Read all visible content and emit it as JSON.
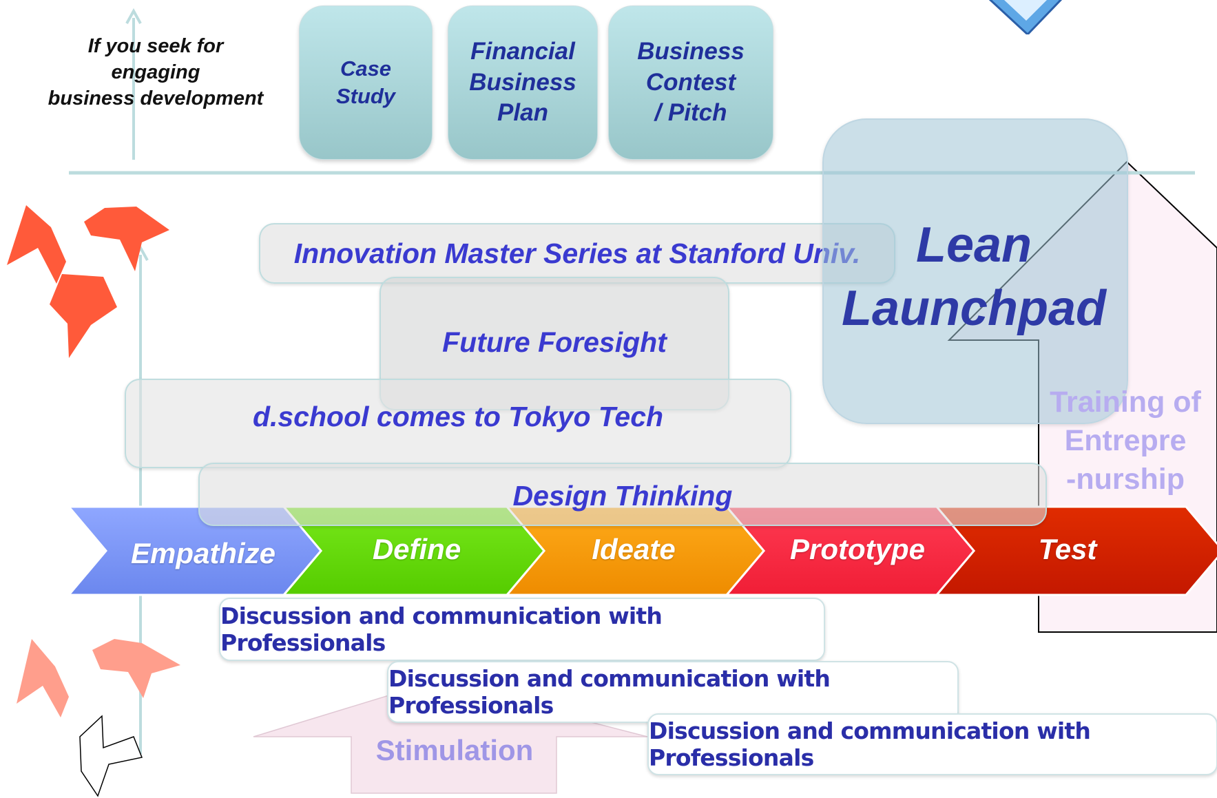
{
  "header": {
    "note_line1": "If you seek for engaging",
    "note_line2": "business development"
  },
  "top_boxes": [
    {
      "lines": [
        "Case",
        "Study"
      ]
    },
    {
      "lines": [
        "Financial",
        "Business",
        "Plan"
      ]
    },
    {
      "lines": [
        "Business",
        "Contest",
        "/ Pitch"
      ]
    }
  ],
  "programs": {
    "innovation": "Innovation Master Series at Stanford Univ.",
    "foresight": "Future Foresight",
    "dschool": "d.school comes to Tokyo Tech",
    "design_thinking": "Design Thinking",
    "lean_line1": "Lean",
    "lean_line2": "Launchpad"
  },
  "training": {
    "line1": "Training of",
    "line2": "Entrepre",
    "line3": "-nurship"
  },
  "stages": [
    {
      "label": "Empathize",
      "color": "#7f9af5"
    },
    {
      "label": "Define",
      "color": "#66dd00"
    },
    {
      "label": "Ideate",
      "color": "#f59a00"
    },
    {
      "label": "Prototype",
      "color": "#ff2a44"
    },
    {
      "label": "Test",
      "color": "#d42000"
    }
  ],
  "discussions": [
    "Discussion and communication with Professionals",
    "Discussion and communication with Professionals",
    "Discussion and communication with Professionals"
  ],
  "stimulation": "Stimulation",
  "colors": {
    "accent_text": "#3a3ad0",
    "lean_text": "#2e3aa6",
    "training_text": "#b7acf0",
    "stimulation_text": "#9f96e6",
    "recycle_strong": "#ff5a3a",
    "recycle_light": "#ff9e8c"
  }
}
